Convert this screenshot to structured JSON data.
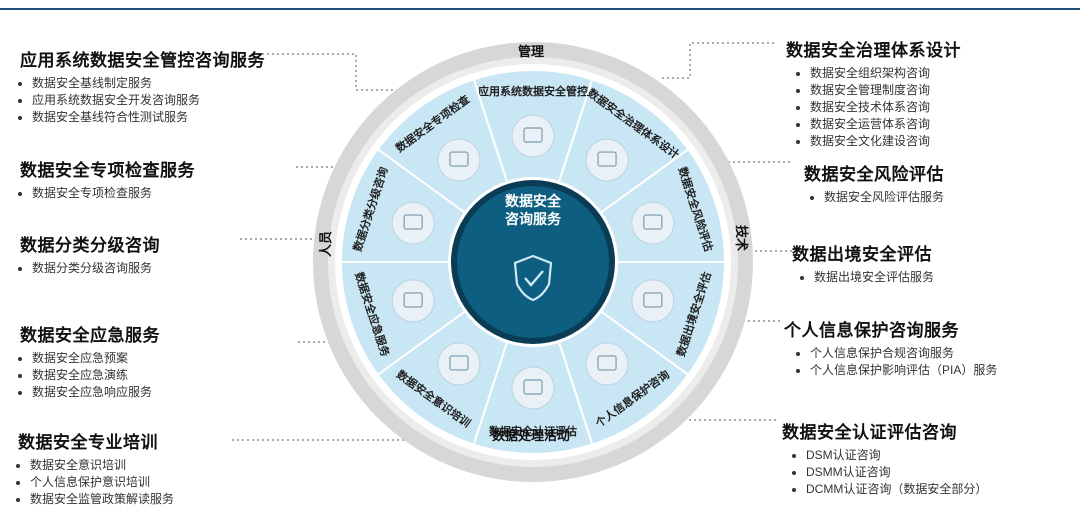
{
  "center": {
    "line1": "数据安全",
    "line2": "咨询服务"
  },
  "ring_labels": {
    "top": "管理",
    "right": "技术",
    "bottom": "数据处理活动",
    "left": "人员"
  },
  "segments": [
    "应用系统数据安全管控",
    "数据安全治理体系设计",
    "数据安全风险评估",
    "数据出境安全评估",
    "个人信息保护咨询",
    "数据安全认证评估",
    "数据安全意识培训",
    "数据安全应急服务",
    "数据分类分级咨询",
    "数据安全专项检查"
  ],
  "left_blocks": [
    {
      "title": "应用系统数据安全管控咨询服务",
      "items": [
        "数据安全基线制定服务",
        "应用系统数据安全开发咨询服务",
        "数据安全基线符合性测试服务"
      ]
    },
    {
      "title": "数据安全专项检查服务",
      "items": [
        "数据安全专项检查服务"
      ]
    },
    {
      "title": "数据分类分级咨询",
      "items": [
        "数据分类分级咨询服务"
      ]
    },
    {
      "title": "数据安全应急服务",
      "items": [
        "数据安全应急预案",
        "数据安全应急演练",
        "数据安全应急响应服务"
      ]
    },
    {
      "title": "数据安全专业培训",
      "items": [
        "数据安全意识培训",
        "个人信息保护意识培训",
        "数据安全监管政策解读服务"
      ]
    }
  ],
  "right_blocks": [
    {
      "title": "数据安全治理体系设计",
      "items": [
        "数据安全组织架构咨询",
        "数据安全管理制度咨询",
        "数据安全技术体系咨询",
        "数据安全运营体系咨询",
        "数据安全文化建设咨询"
      ]
    },
    {
      "title": "数据安全风险评估",
      "items": [
        "数据安全风险评估服务"
      ]
    },
    {
      "title": "数据出境安全评估",
      "items": [
        "数据出境安全评估服务"
      ]
    },
    {
      "title": "个人信息保护咨询服务",
      "items": [
        "个人信息保护合规咨询服务",
        "个人信息保护影响评估（PIA）服务"
      ]
    },
    {
      "title": "数据安全认证评估咨询",
      "items": [
        "DSM认证咨询",
        "DSMM认证咨询",
        "DCMM认证咨询（数据安全部分）"
      ]
    }
  ],
  "colors": {
    "ring_outer": "#d6d6d6",
    "ring_segments": "#c9e6f5",
    "segment_border": "#ffffff",
    "icon_circle": "#e9f1f6",
    "center": "#0d5675",
    "center_ring": "#0a3d55",
    "dotted": "#777777",
    "heading": "#1f4e79"
  },
  "icons": [
    "growth-chart-icon",
    "gear-network-icon",
    "building-icon",
    "passport-icon",
    "face-scan-icon",
    "lock-screen-icon",
    "cloud-lock-icon",
    "target-icon",
    "gear-sync-icon",
    "monitor-icon",
    "shield-check-icon"
  ]
}
